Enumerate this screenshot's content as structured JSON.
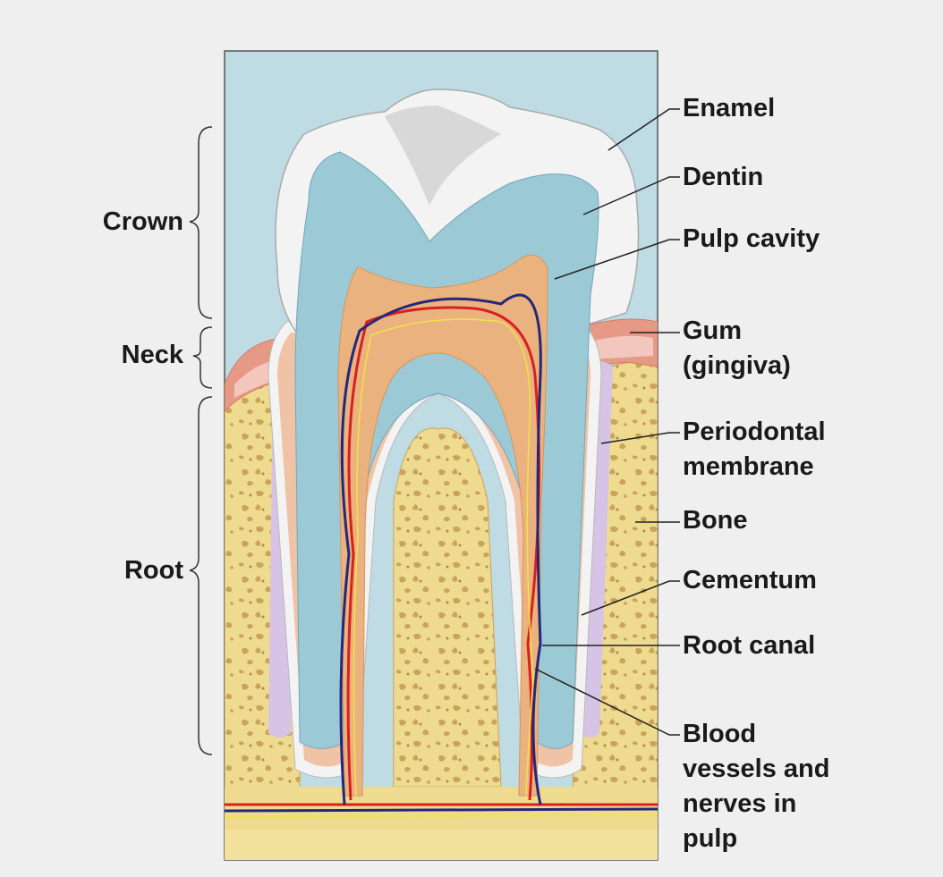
{
  "diagram": {
    "region_labels": {
      "crown": "Crown",
      "neck": "Neck",
      "root": "Root"
    },
    "part_labels": {
      "enamel": "Enamel",
      "dentin": "Dentin",
      "pulp_cavity": "Pulp cavity",
      "gum_line1": "Gum",
      "gum_line2": "(gingiva)",
      "periodontal_line1": "Periodontal",
      "periodontal_line2": "membrane",
      "bone": "Bone",
      "cementum": "Cementum",
      "root_canal": "Root canal",
      "vessels_line1": "Blood",
      "vessels_line2": "vessels and",
      "vessels_line3": "nerves in",
      "vessels_line4": "pulp"
    },
    "colors": {
      "background": "#efefef",
      "panel_sky": "#bfdbe3",
      "enamel": "#f3f3f3",
      "dentin": "#9cc9d6",
      "pulp": "#eab27e",
      "gum": "#e69a86",
      "bone": "#efdb8f",
      "bone_pores": "#c9a45a",
      "periodontal": "#d7c3e6",
      "cementum": "#f0c2a6",
      "artery": "#d82020",
      "vein": "#23287a",
      "nerve": "#f2e24a"
    }
  }
}
